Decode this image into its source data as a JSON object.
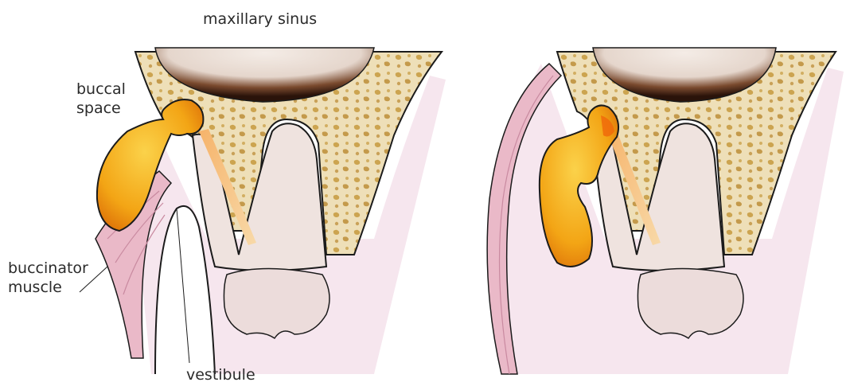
{
  "labels": {
    "maxillary_sinus": "maxillary sinus",
    "buccal_space_line1": "buccal",
    "buccal_space_line2": "space",
    "buccinator_line1": "buccinator",
    "buccinator_line2": "muscle",
    "vestibule": "vestibule"
  },
  "colors": {
    "bone": "#eedfb8",
    "bone_pore": "#c79a3e",
    "tooth": "#efe3df",
    "crown": "#ecdcdb",
    "gum": "#f6e6ee",
    "muscle": "#eab9c8",
    "pus": "#f3a515",
    "pus_light": "#fbd24a",
    "sinus_dark": "#2a130a",
    "outline": "#1b1b1b"
  }
}
